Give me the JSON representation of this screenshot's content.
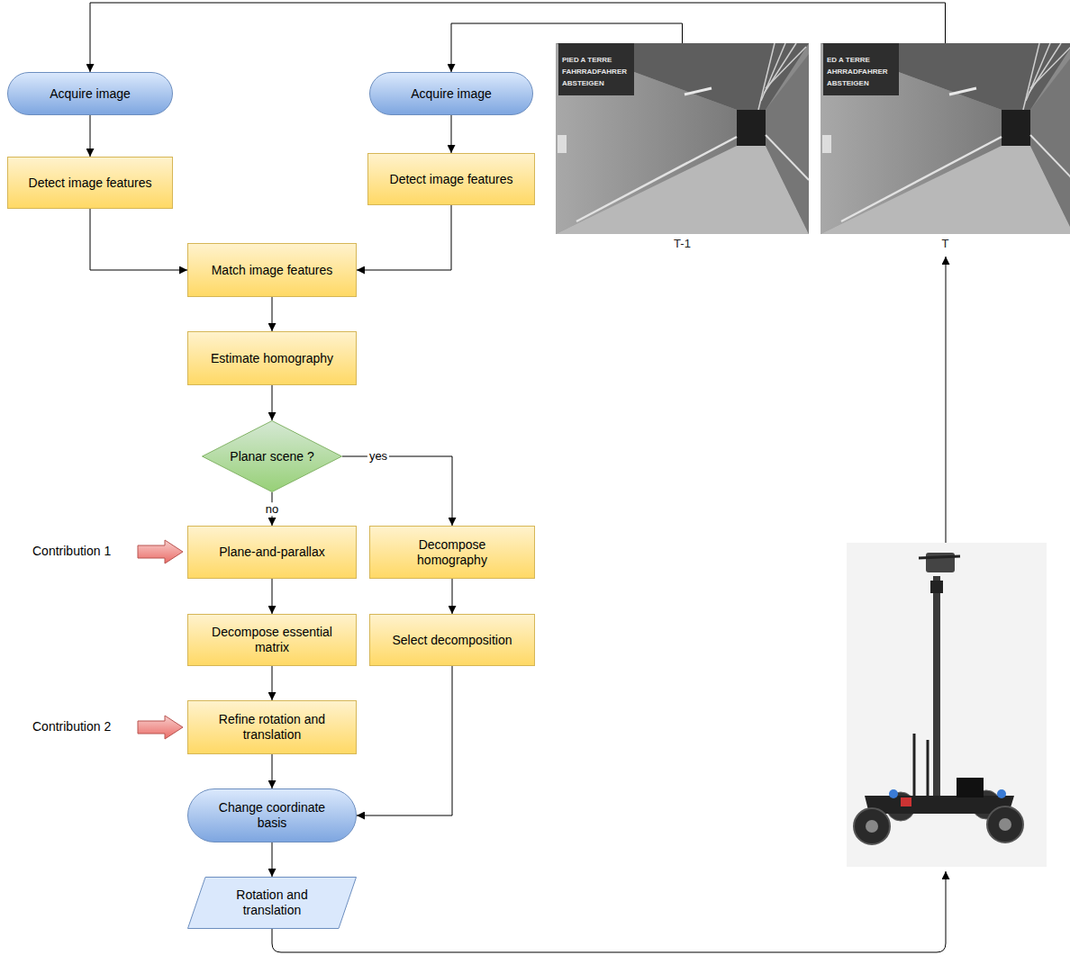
{
  "diagram": {
    "nodes": [
      {
        "text": [
          "Acquire image"
        ]
      },
      {
        "text": [
          "Acquire image"
        ]
      },
      {
        "text": [
          "T-1"
        ]
      },
      {
        "text": [
          "T"
        ]
      },
      {
        "text": [
          "Detect image features"
        ]
      },
      {
        "text": [
          "Detect image features"
        ]
      },
      {
        "text": [
          "Match image features"
        ]
      },
      {
        "text": [
          "Estimate homography"
        ]
      },
      {
        "text": [
          "Planar scene ?"
        ]
      },
      {
        "text": [
          "Plane-and-parallax"
        ]
      },
      {
        "text": [
          "Decompose homography"
        ]
      },
      {
        "text": [
          "Decompose essential matrix"
        ]
      },
      {
        "text": [
          "Select decomposition"
        ]
      },
      {
        "text": [
          "Refine rotation and translation"
        ]
      },
      {
        "text": [
          "Change coordinate basis"
        ]
      },
      {
        "text": [
          "Rotation and translation"
        ]
      }
    ],
    "edges": [
      {
        "from": 3,
        "to": 0,
        "arrow": "to"
      },
      {
        "from": 2,
        "to": 1,
        "arrow": "to"
      },
      {
        "from": 0,
        "to": 4,
        "arrow": "to"
      },
      {
        "from": 1,
        "to": 5,
        "arrow": "to"
      },
      {
        "from": 4,
        "to": 6,
        "arrow": "to"
      },
      {
        "from": 5,
        "to": 6,
        "arrow": "to"
      },
      {
        "from": 6,
        "to": 7,
        "arrow": "to"
      },
      {
        "from": 7,
        "to": 8,
        "arrow": "to"
      },
      {
        "from": 8,
        "to": 9,
        "label": "no",
        "arrow": "to"
      },
      {
        "from": 8,
        "to": 10,
        "label": "yes",
        "arrow": "to"
      },
      {
        "from": 9,
        "to": 11,
        "arrow": "to"
      },
      {
        "from": 10,
        "to": 12,
        "arrow": "to"
      },
      {
        "from": 11,
        "to": 13,
        "arrow": "to"
      },
      {
        "from": 12,
        "to": 14,
        "arrow": "to"
      },
      {
        "from": 13,
        "to": 14,
        "arrow": "to"
      },
      {
        "from": 14,
        "to": 15,
        "arrow": "to"
      }
    ],
    "labels": [
      "Contribution 1",
      "Contribution 2",
      "PIED A TERRE",
      "FAHRRADFAHRER",
      "ABSTEIGEN",
      "ED A TERRE",
      "AHRRADFAHRER",
      "ABSTEIGEN"
    ]
  }
}
